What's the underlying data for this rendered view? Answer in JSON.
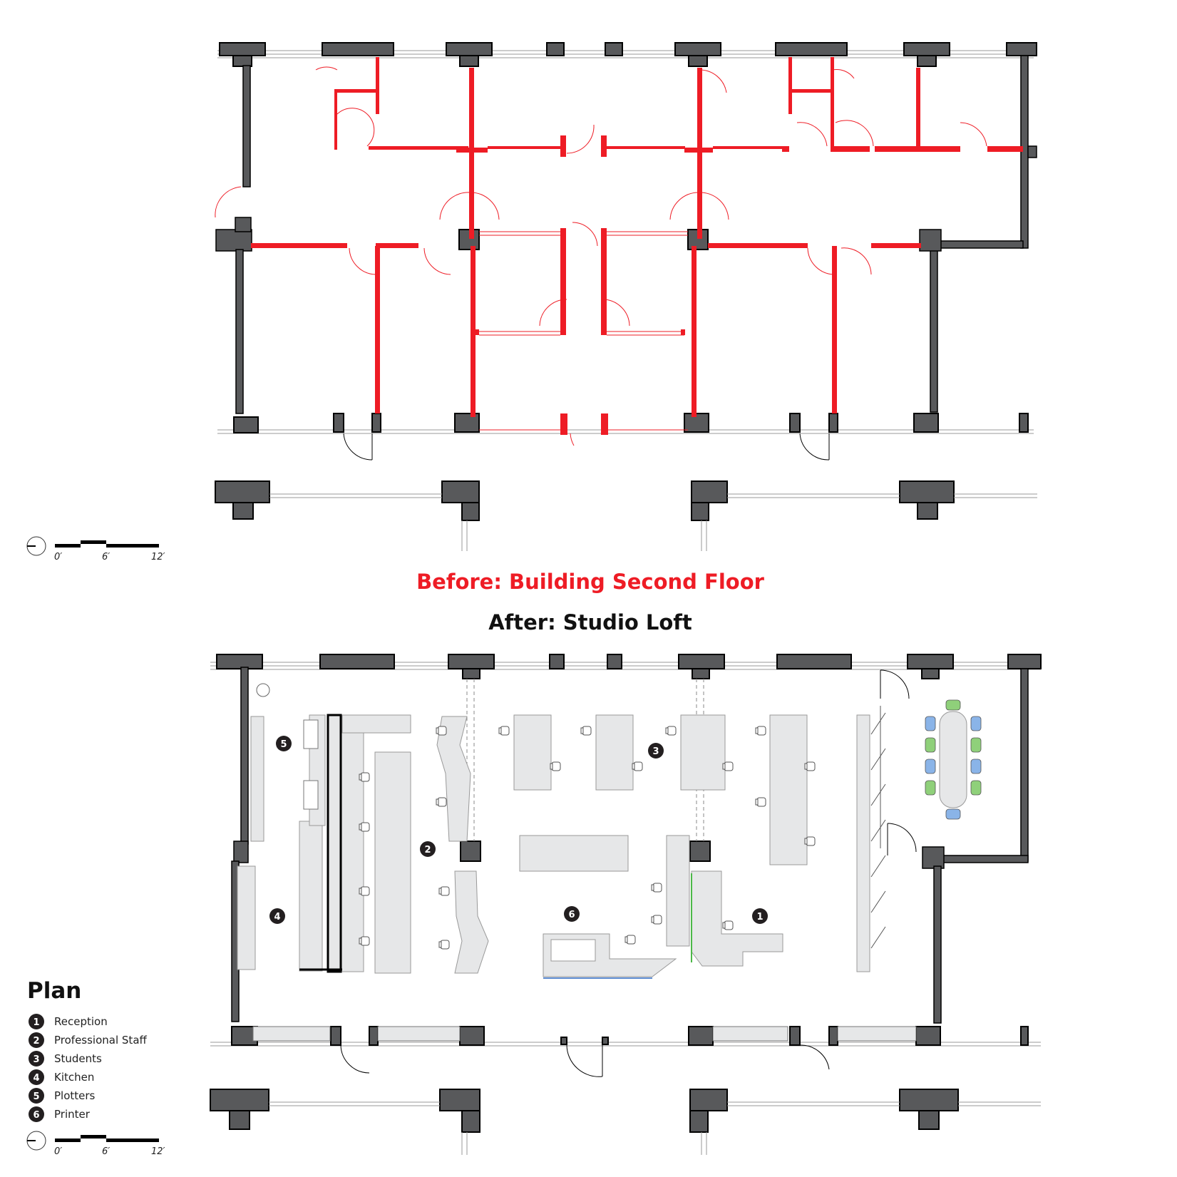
{
  "before_title": "Before: Building Second Floor",
  "after_title": "After: Studio Loft",
  "legend": {
    "title": "Plan",
    "items": [
      {
        "num": "1",
        "label": "Reception"
      },
      {
        "num": "2",
        "label": "Professional Staff"
      },
      {
        "num": "3",
        "label": "Students"
      },
      {
        "num": "4",
        "label": "Kitchen"
      },
      {
        "num": "5",
        "label": "Plotters"
      },
      {
        "num": "6",
        "label": "Printer"
      }
    ]
  },
  "scale_bar": {
    "labels": [
      "0′",
      "6′",
      "12′"
    ]
  },
  "colors": {
    "structure": "#58595b",
    "demolition": "#ee1c25",
    "furniture": "#e6e7e8",
    "chair_blue": "#8ab4e8",
    "chair_green": "#8fd07a",
    "accent_blue": "#5b8bd0",
    "accent_green": "#4cb848"
  },
  "icons": [
    "north-arrow-icon",
    "door-swing-icon",
    "chair-icon"
  ]
}
